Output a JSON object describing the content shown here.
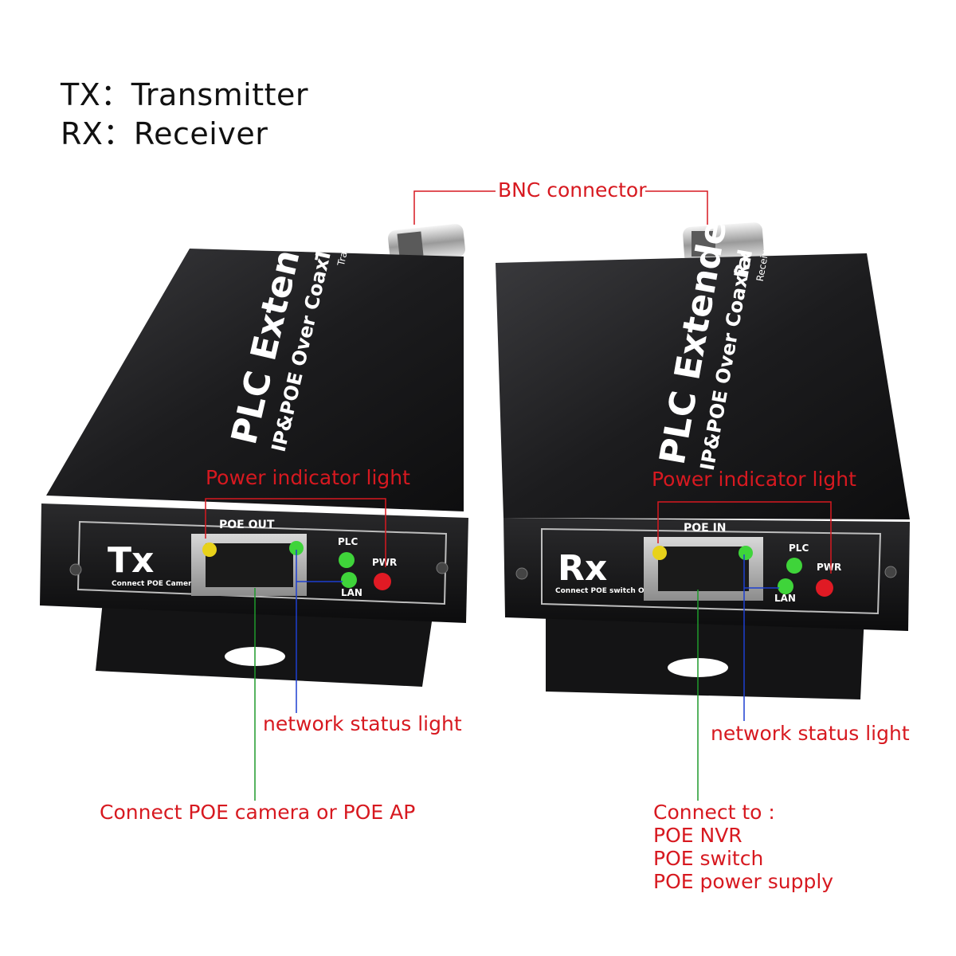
{
  "legend": {
    "tx": "TX：Transmitter",
    "rx": "RX：Receiver"
  },
  "annotations": {
    "bnc": "BNC connector",
    "power_tx": "Power indicator light",
    "power_rx": "Power indicator light",
    "net_tx": "network status light",
    "net_rx": "network status light",
    "connect_tx": "Connect POE camera or POE AP",
    "connect_rx": [
      "Connect to :",
      "POE NVR",
      "POE switch",
      "POE power supply"
    ]
  },
  "tx_device": {
    "title": "PLC Extender",
    "subtitle": "IP&POE Over Coaxial",
    "badge": "Tx",
    "badge_small": "Transmitter",
    "port_label": "POE OUT",
    "code": "Tx",
    "caption": "Connect POE Camera OR POE AP",
    "led_plc": "PLC",
    "led_lan": "LAN",
    "led_pwr": "PWR"
  },
  "rx_device": {
    "title": "PLC Extender",
    "subtitle": "IP&POE Over Coaxial",
    "badge": "Rx",
    "badge_small": "Receiver",
    "port_label": "POE IN",
    "code": "Rx",
    "caption": "Connect POE switch OR POE Power SUPPLY",
    "led_plc": "PLC",
    "led_lan": "LAN",
    "led_pwr": "PWR"
  },
  "colors": {
    "annotation_red": "#d71920",
    "line_green": "#1e9a2c",
    "line_blue": "#1d3fd0",
    "device_body": "#1b1b1d",
    "led_yellow": "#e8d21a",
    "led_green": "#3fd43a",
    "led_red": "#e01a24"
  }
}
